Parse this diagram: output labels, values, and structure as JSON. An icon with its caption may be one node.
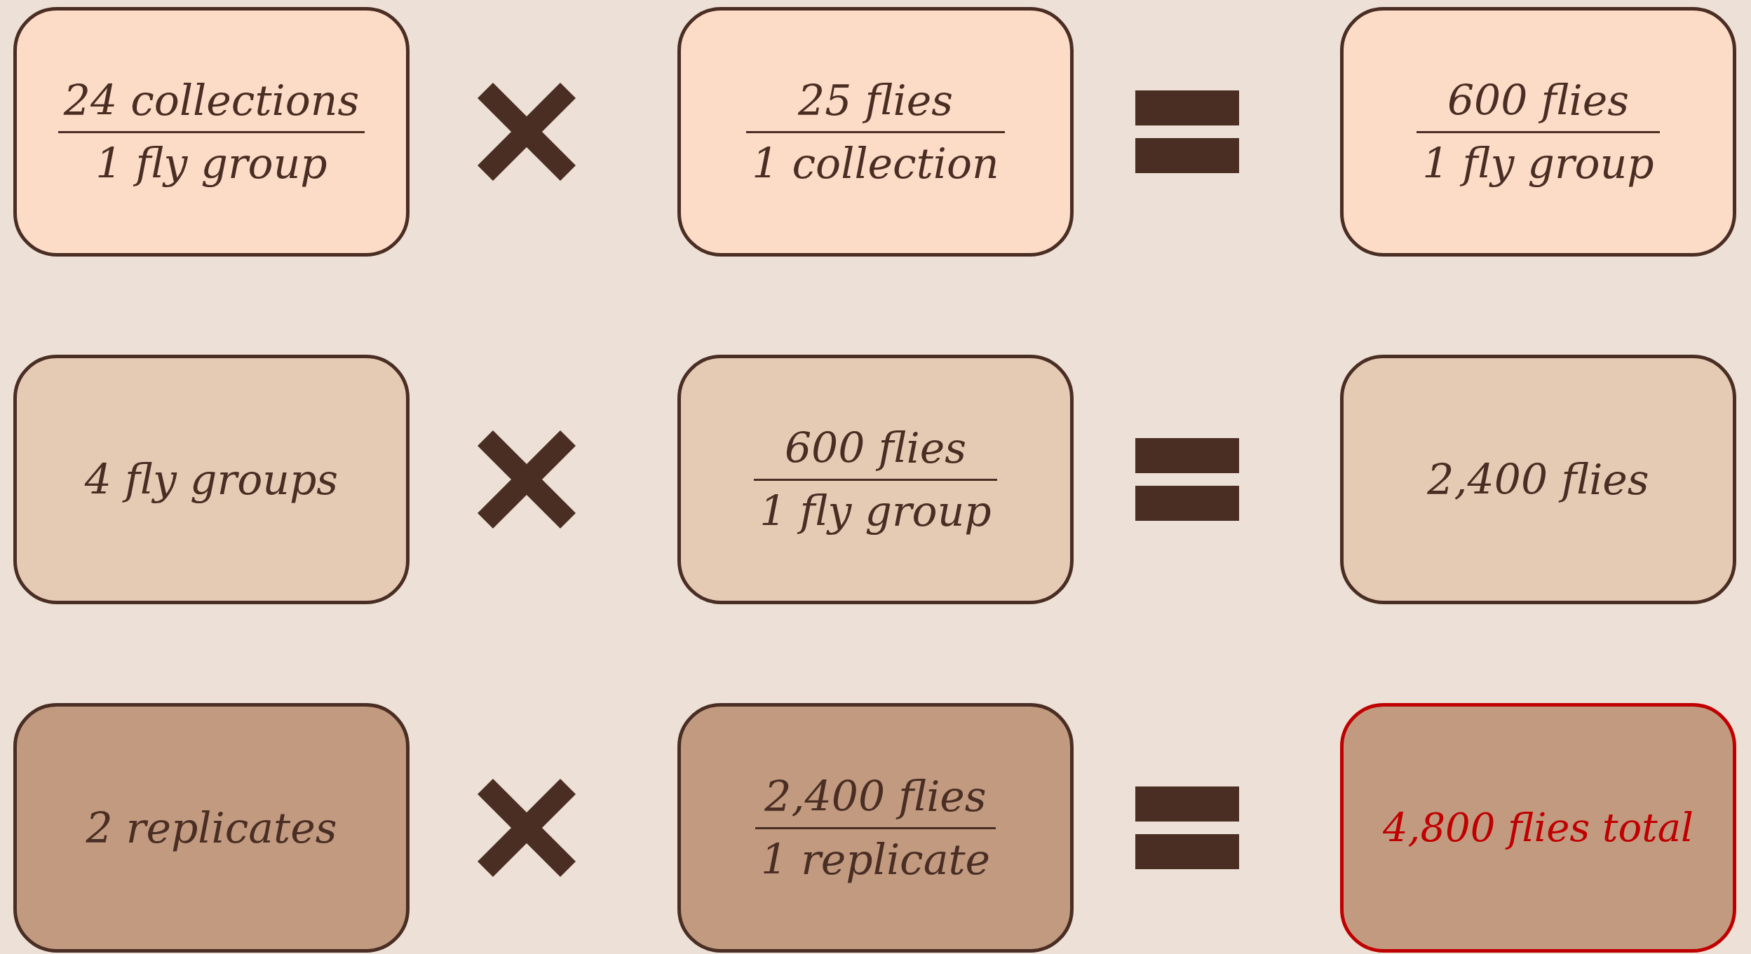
{
  "diagram": {
    "nodes": [
      {
        "text": [
          "24 collections",
          "1 fly group"
        ]
      },
      {
        "text": [
          "25 flies",
          "1 collection"
        ]
      },
      {
        "text": [
          "600 flies",
          "1 fly group"
        ]
      },
      {
        "text": [
          "4 fly groups"
        ]
      },
      {
        "text": [
          "600 flies",
          "1 fly group"
        ]
      },
      {
        "text": [
          "2,400 flies"
        ]
      },
      {
        "text": [
          "2 replicates"
        ]
      },
      {
        "text": [
          "2,400 flies",
          "1 replicate"
        ]
      },
      {
        "text": [
          "4,800 flies total"
        ]
      }
    ]
  }
}
